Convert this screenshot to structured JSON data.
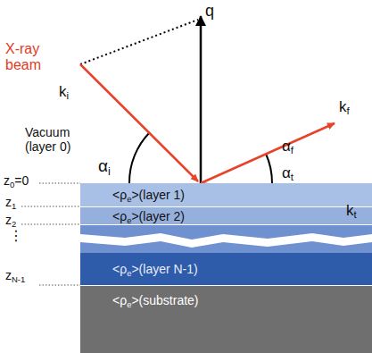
{
  "diagram": {
    "nodes": [
      {
        "text": [
          "<ρe>(layer 1)"
        ]
      },
      {
        "text": [
          "<ρe>(layer 2)"
        ]
      },
      {
        "text": [
          "<ρe>(layer N-1)"
        ]
      },
      {
        "text": [
          "<ρe>(substrate)"
        ]
      }
    ],
    "labels": [
      "q",
      "X-ray beam",
      "ki",
      "Vacuum (layer 0)",
      "αi",
      "kf",
      "αf",
      "αt",
      "kt",
      "z0=0",
      "z1",
      "z2",
      "⋮",
      "zN-1"
    ]
  }
}
